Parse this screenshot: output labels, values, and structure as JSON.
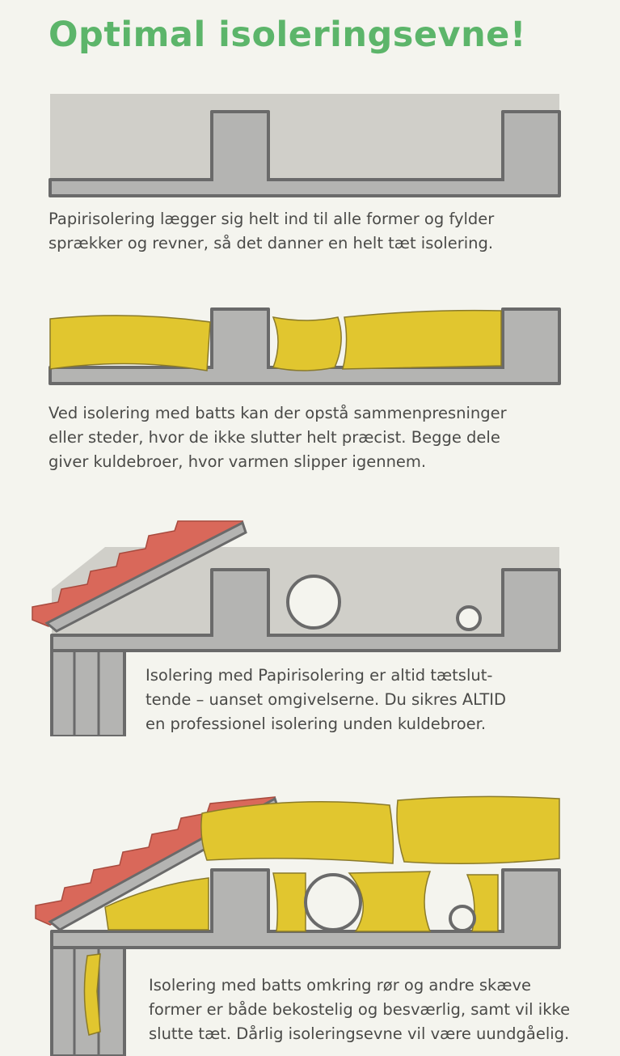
{
  "title": "Optimal isoleringsevne!",
  "colors": {
    "title": "#5cb56a",
    "wall_outline": "#6a6a6a",
    "wall_fill": "#b4b4b2",
    "paper_insulation": "#d0cfc9",
    "batts_insulation": "#e1c62f",
    "roof_tiles": "#d9685a"
  },
  "sections": [
    {
      "caption_lines": [
        "Papirisolering lægger sig helt ind til alle former og fylder",
        "sprækker og revner, så det danner en helt tæt isolering."
      ]
    },
    {
      "caption_lines": [
        "Ved isolering med batts kan der opstå sammenpresninger",
        "eller steder, hvor de ikke slutter helt præcist. Begge dele",
        "giver kuldebroer, hvor varmen slipper igennem."
      ]
    },
    {
      "caption_lines": [
        "Isolering med Papirisolering er altid tætslut-",
        "tende – uanset omgivelserne. Du sikres ALTID",
        "en professionel isolering unden kuldebroer."
      ]
    },
    {
      "caption_lines": [
        "Isolering med batts omkring rør og andre skæve",
        "former er både bekostelig og besværlig, samt vil ikke",
        "slutte tæt. Dårlig isoleringsevne vil være uundgåelig."
      ]
    }
  ]
}
